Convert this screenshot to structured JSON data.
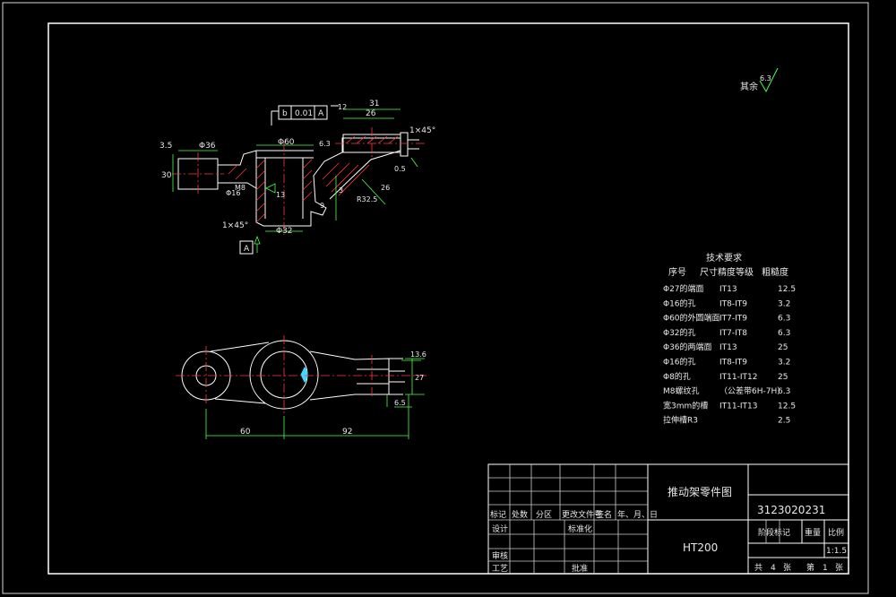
{
  "top_view": {
    "dims": {
      "d31": "31",
      "d26": "26",
      "phi60": "Φ60",
      "phi36": "Φ36",
      "r35": "3.5",
      "r30": "30",
      "chamfer_top": "1×45°",
      "chamfer_bottom": "1×45°",
      "phi32": "Φ32",
      "phi16": "Φ16",
      "m8": "M8",
      "r63": "6.3",
      "r05": "0.5",
      "r13": "13",
      "s26": "26",
      "h9": "9",
      "dr": "R32.5",
      "thick": "12",
      "a3": "3"
    },
    "tolerance_frame": {
      "symbol": "b",
      "value": "0.01",
      "datum": "A"
    },
    "datum_label": "A"
  },
  "front_view": {
    "dims": {
      "left": "60",
      "right": "92",
      "r136": "13.6",
      "h27": "27",
      "r65": "6.5"
    }
  },
  "roughness_note": {
    "label": "其余",
    "value": "6.3"
  },
  "tech_table": {
    "title": "技术要求",
    "headers": [
      "序号",
      "尺寸精度等级",
      "粗糙度"
    ],
    "rows": [
      [
        "Φ27的端面",
        "IT13",
        "12.5"
      ],
      [
        "Φ16的孔",
        "IT8-IT9",
        "3.2"
      ],
      [
        "Φ60的外圆端面",
        "IT7-IT9",
        "6.3"
      ],
      [
        "Φ32的孔",
        "IT7-IT8",
        "6.3"
      ],
      [
        "Φ36的两端面",
        "IT13",
        "25"
      ],
      [
        "Φ16的孔",
        "IT8-IT9",
        "3.2"
      ],
      [
        "Φ8的孔",
        "IT11-IT12",
        "25"
      ],
      [
        "M8螺纹孔",
        "（公差带6H-7H）",
        "6.3"
      ],
      [
        "宽3mm的槽",
        "IT11-IT13",
        "12.5"
      ],
      [
        "拉伸槽R3",
        "",
        "2.5"
      ]
    ]
  },
  "title_block": {
    "drawing_name": "推动架零件图",
    "drawing_number": "3123020231",
    "material": "HT200",
    "labels": {
      "biaoji": "标记",
      "chushu": "处数",
      "fenqu": "分区",
      "gaiwenjian": "更改文件号",
      "qianming": "签名",
      "nianyueri": "年、月、日",
      "sheji": "设计",
      "biaozhunhua": "标准化",
      "shenhe": "审核",
      "gongyi": "工艺",
      "pizhun": "批准",
      "jieduan": "阶段标记",
      "zhongliang": "重量",
      "bili": "比例"
    },
    "scale": "1:1.5",
    "sheets": {
      "gong": "共",
      "count": "4",
      "zhang1": "张",
      "di": "第",
      "index": "1",
      "zhang2": "张"
    }
  }
}
